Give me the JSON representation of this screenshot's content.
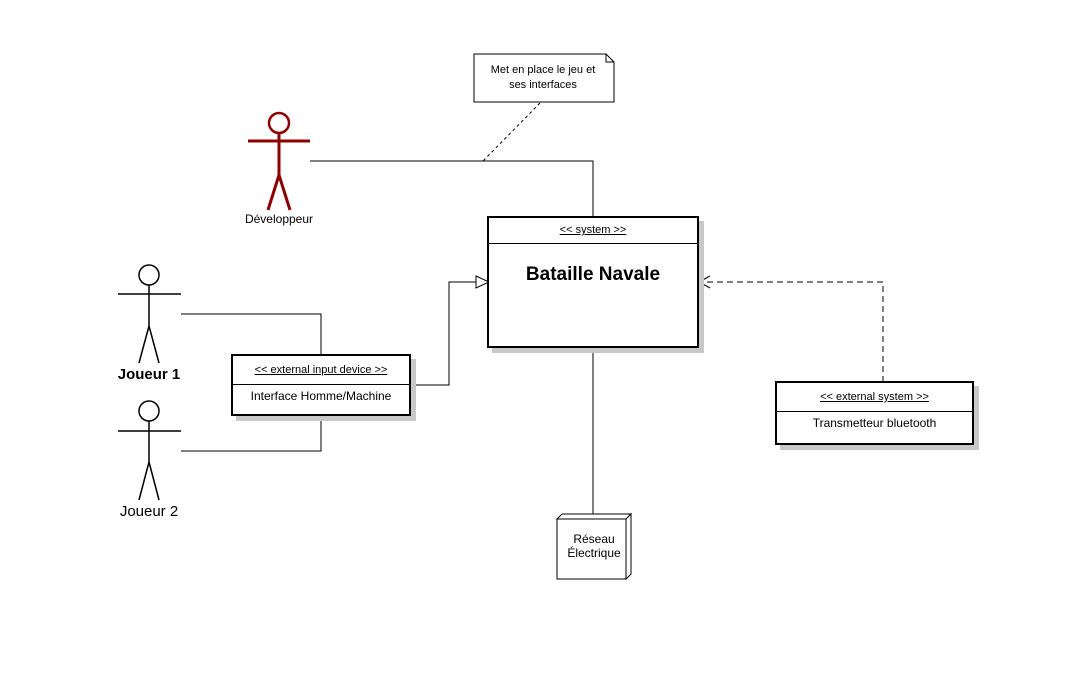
{
  "note": {
    "line1": "Met en place le jeu et",
    "line2": "ses interfaces"
  },
  "actors": {
    "developer": {
      "label": "Développeur",
      "color": "#8b0000"
    },
    "player1": {
      "label": "Joueur 1",
      "color": "#000000"
    },
    "player2": {
      "label": "Joueur 2",
      "color": "#000000"
    }
  },
  "system": {
    "stereotype": "<< system >>",
    "name": "Bataille Navale"
  },
  "input_device": {
    "stereotype": "<< external input device >>",
    "name": "Interface Homme/Machine"
  },
  "external_system": {
    "stereotype": "<< external system >>",
    "name": "Transmetteur bluetooth"
  },
  "node": {
    "line1": "Réseau",
    "line2": "Électrique"
  }
}
